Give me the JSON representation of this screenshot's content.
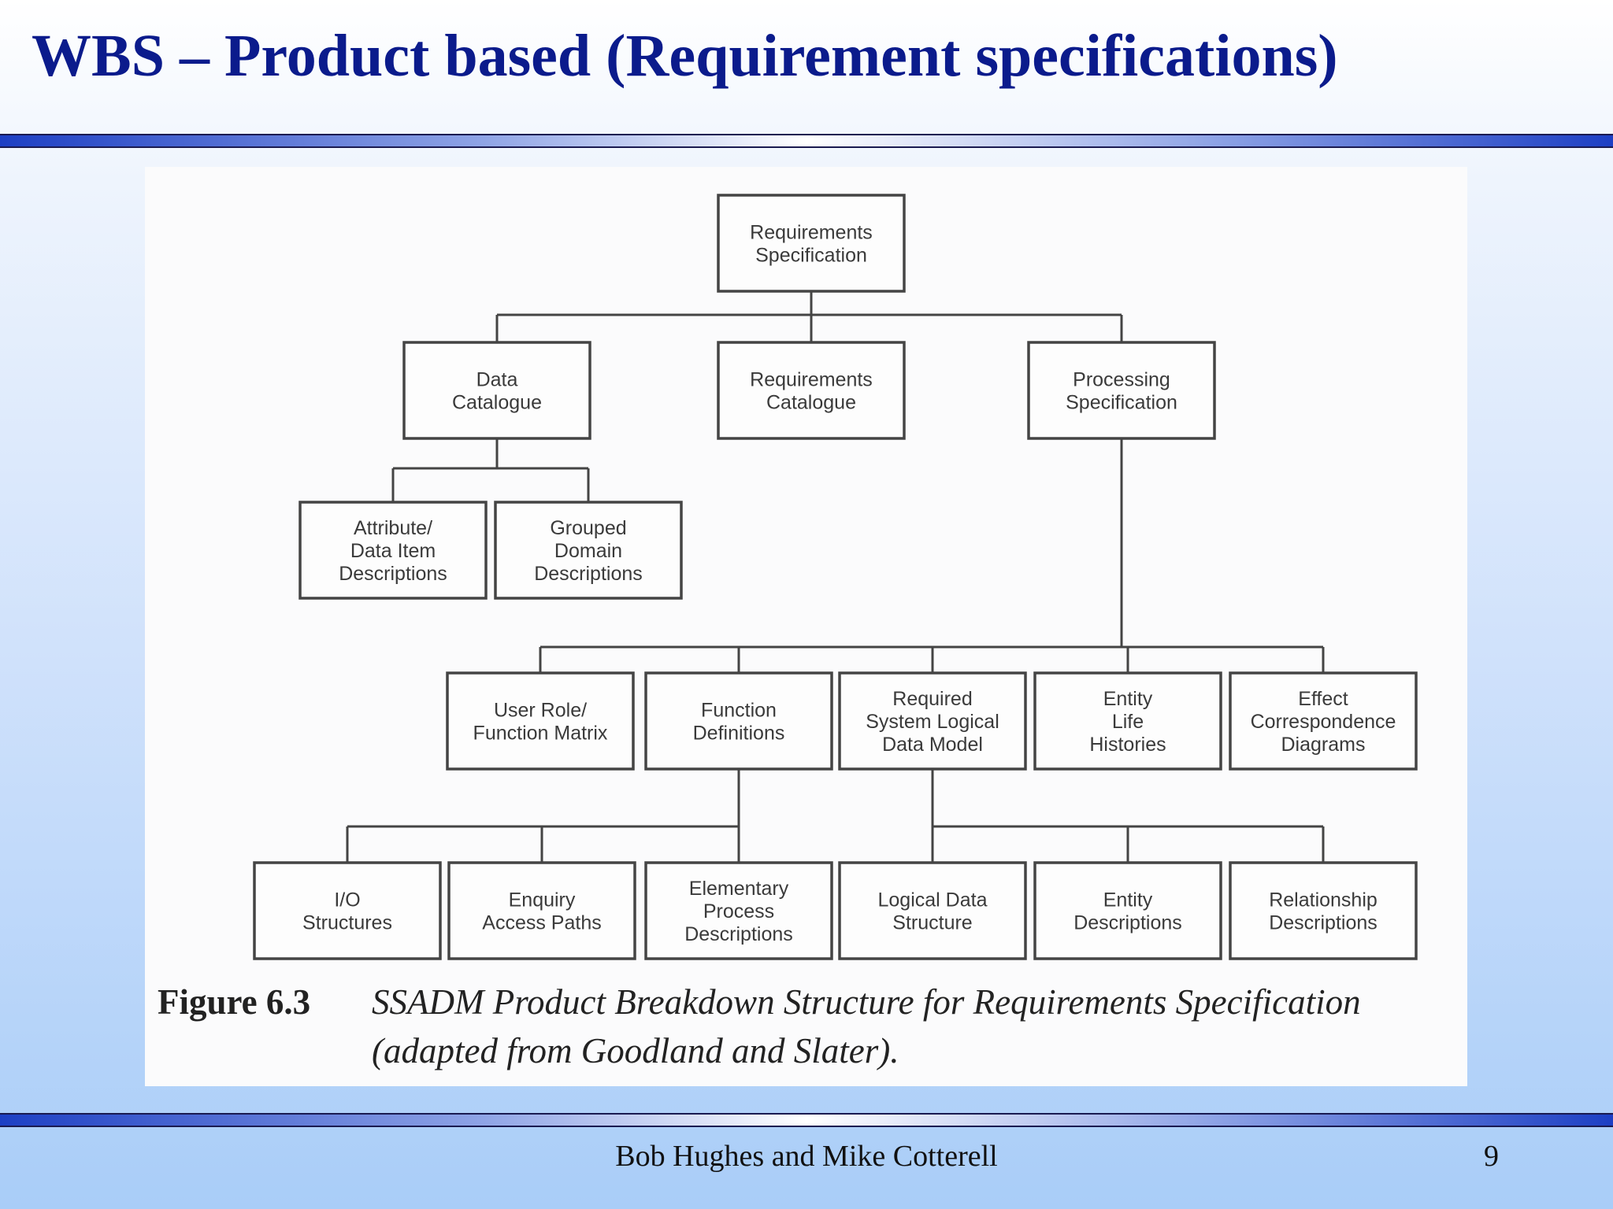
{
  "slide": {
    "title": "WBS – Product based (Requirement specifications)",
    "footer_author": "Bob Hughes and Mike Cotterell",
    "page_number": "9"
  },
  "figure": {
    "caption_label": "Figure 6.3",
    "caption_text": "SSADM Product Breakdown Structure for Requirements Specification (adapted from Goodland and Slater).",
    "nodes": [
      {
        "id": "rs",
        "lines": [
          "Requirements",
          "Specification"
        ]
      },
      {
        "id": "dc",
        "lines": [
          "Data",
          "Catalogue"
        ]
      },
      {
        "id": "rc",
        "lines": [
          "Requirements",
          "Catalogue"
        ]
      },
      {
        "id": "ps",
        "lines": [
          "Processing",
          "Specification"
        ]
      },
      {
        "id": "adid",
        "lines": [
          "Attribute/",
          "Data Item",
          "Descriptions"
        ]
      },
      {
        "id": "gdd",
        "lines": [
          "Grouped",
          "Domain",
          "Descriptions"
        ]
      },
      {
        "id": "urfm",
        "lines": [
          "User Role/",
          "Function Matrix"
        ]
      },
      {
        "id": "fd",
        "lines": [
          "Function",
          "Definitions"
        ]
      },
      {
        "id": "rsldm",
        "lines": [
          "Required",
          "System Logical",
          "Data Model"
        ]
      },
      {
        "id": "elh",
        "lines": [
          "Entity",
          "Life",
          "Histories"
        ]
      },
      {
        "id": "ecd",
        "lines": [
          "Effect",
          "Correspondence",
          "Diagrams"
        ]
      },
      {
        "id": "ios",
        "lines": [
          "I/O",
          "Structures"
        ]
      },
      {
        "id": "eap",
        "lines": [
          "Enquiry",
          "Access Paths"
        ]
      },
      {
        "id": "epd",
        "lines": [
          "Elementary",
          "Process",
          "Descriptions"
        ]
      },
      {
        "id": "lds",
        "lines": [
          "Logical Data",
          "Structure"
        ]
      },
      {
        "id": "ed",
        "lines": [
          "Entity",
          "Descriptions"
        ]
      },
      {
        "id": "rd",
        "lines": [
          "Relationship",
          "Descriptions"
        ]
      }
    ],
    "edges": [
      [
        "rs",
        "dc"
      ],
      [
        "rs",
        "rc"
      ],
      [
        "rs",
        "ps"
      ],
      [
        "dc",
        "adid"
      ],
      [
        "dc",
        "gdd"
      ],
      [
        "ps",
        "urfm"
      ],
      [
        "ps",
        "fd"
      ],
      [
        "ps",
        "rsldm"
      ],
      [
        "ps",
        "elh"
      ],
      [
        "ps",
        "ecd"
      ],
      [
        "fd",
        "ios"
      ],
      [
        "fd",
        "eap"
      ],
      [
        "fd",
        "epd"
      ],
      [
        "rsldm",
        "lds"
      ],
      [
        "rsldm",
        "ed"
      ],
      [
        "rsldm",
        "rd"
      ]
    ]
  }
}
